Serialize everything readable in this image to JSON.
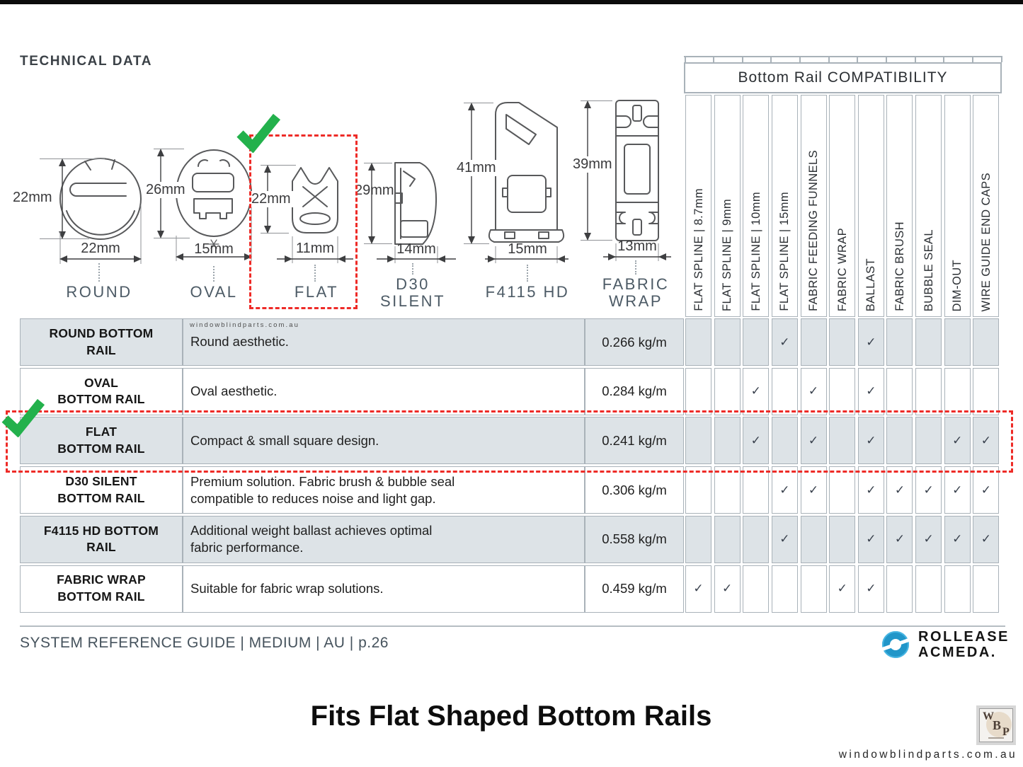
{
  "header": {
    "title": "TECHNICAL DATA"
  },
  "diagrams": [
    {
      "name": "ROUND",
      "height": "22mm",
      "width": "22mm"
    },
    {
      "name": "OVAL",
      "height": "26mm",
      "width": "15mm"
    },
    {
      "name": "FLAT",
      "height": "22mm",
      "width": "11mm"
    },
    {
      "name": "D30\nSILENT",
      "height": "29mm",
      "width": "14mm"
    },
    {
      "name": "F4115 HD",
      "height": "41mm",
      "width": "15mm"
    },
    {
      "name": "FABRIC\nWRAP",
      "height": "39mm",
      "width": "13mm"
    }
  ],
  "matrix": {
    "title": "Bottom Rail COMPATIBILITY",
    "columns": [
      "FLAT SPLINE | 8.7mm",
      "FLAT SPLINE | 9mm",
      "FLAT SPLINE | 10mm",
      "FLAT SPLINE | 15mm",
      "FABRIC FEEDING FUNNELS",
      "FABRIC WRAP",
      "BALLAST",
      "FABRIC BRUSH",
      "BUBBLE SEAL",
      "DIM-OUT",
      "WIRE GUIDE END CAPS"
    ],
    "check_glyph": "✓"
  },
  "table": {
    "rows": [
      {
        "name": "ROUND BOTTOM\nRAIL",
        "watermark": "windowblindparts.com.au",
        "description": "Round aesthetic.",
        "weight": "0.266 kg/m",
        "checks": [
          4,
          7
        ],
        "shaded": true,
        "highlighted": false
      },
      {
        "name": "OVAL\nBOTTOM RAIL",
        "description": "Oval aesthetic.",
        "weight": "0.284 kg/m",
        "checks": [
          3,
          5,
          7
        ],
        "shaded": false,
        "highlighted": false
      },
      {
        "name": "FLAT\nBOTTOM RAIL",
        "description": "Compact & small square design.",
        "weight": "0.241 kg/m",
        "checks": [
          3,
          5,
          7,
          10,
          11
        ],
        "shaded": true,
        "highlighted": true
      },
      {
        "name": "D30 SILENT\nBOTTOM RAIL",
        "description": "Premium solution. Fabric brush & bubble seal\ncompatible to reduces noise and light gap.",
        "weight": "0.306 kg/m",
        "checks": [
          4,
          5,
          7,
          8,
          9,
          10,
          11
        ],
        "shaded": false,
        "highlighted": false
      },
      {
        "name": "F4115 HD BOTTOM\nRAIL",
        "description": "Additional weight ballast achieves optimal\nfabric performance.",
        "weight": "0.558 kg/m",
        "checks": [
          4,
          7,
          8,
          9,
          10,
          11
        ],
        "shaded": true,
        "highlighted": false
      },
      {
        "name": "FABRIC WRAP\nBOTTOM RAIL",
        "description": "Suitable for fabric wrap solutions.",
        "weight": "0.459 kg/m",
        "checks": [
          1,
          2,
          6,
          7
        ],
        "shaded": false,
        "highlighted": false
      }
    ]
  },
  "footer": {
    "reference": "SYSTEM REFERENCE GUIDE | MEDIUM | AU | p.26",
    "brand_line1": "ROLLEASE",
    "brand_line2": "ACMEDA."
  },
  "annotation": {
    "title": "Fits Flat Shaped Bottom Rails",
    "site_url": "windowblindparts.com.au",
    "wbp_letters": [
      "W",
      "B",
      "P"
    ]
  },
  "colors": {
    "highlight_red": "#ee2b27",
    "check_green": "#23b14c",
    "row_shade": "#dde3e7",
    "grid_border": "#a9b2b9",
    "brand_blue": "#2aa0d8",
    "slate_text": "#46535d"
  }
}
